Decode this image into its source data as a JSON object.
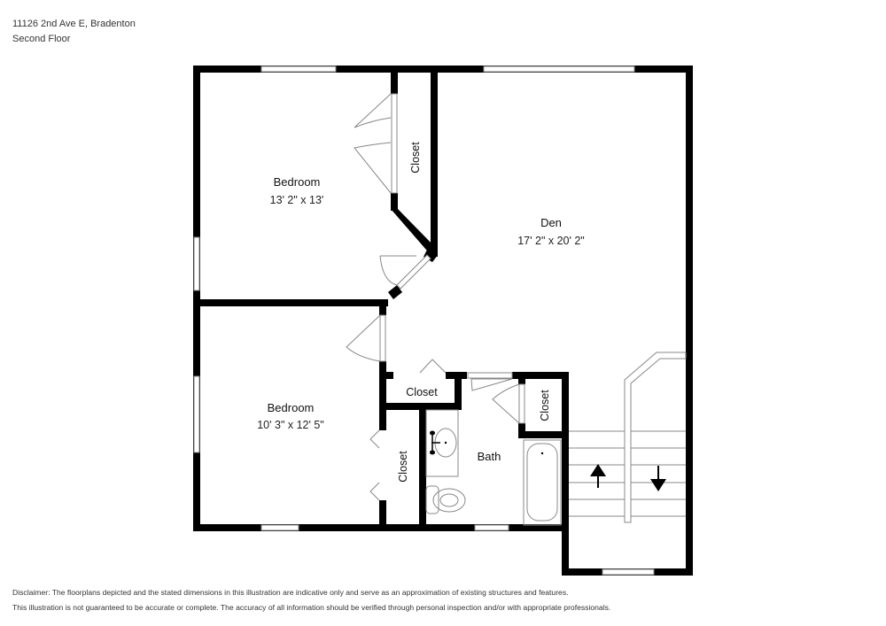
{
  "header": {
    "address": "11126 2nd Ave E, Bradenton",
    "floor": "Second Floor"
  },
  "rooms": {
    "bedroom1": {
      "name": "Bedroom",
      "dims": "13' 2\" x 13'"
    },
    "bedroom2": {
      "name": "Bedroom",
      "dims": "10' 3\" x 12' 5\""
    },
    "den": {
      "name": "Den",
      "dims": "17' 2\" x 20' 2\""
    },
    "bath": {
      "name": "Bath"
    },
    "closet_bed1": {
      "name": "Closet"
    },
    "closet_hall": {
      "name": "Closet"
    },
    "closet_bed2": {
      "name": "Closet"
    },
    "closet_bath": {
      "name": "Closet"
    }
  },
  "stairs": {
    "up_icon": "arrow-up-icon",
    "down_icon": "arrow-down-icon"
  },
  "disclaimer": {
    "line1": "Disclaimer: The floorplans depicted and the stated dimensions in this illustration are indicative only and serve as an approximation of existing structures and features.",
    "line2": "This illustration is not guaranteed to be accurate or complete. The accuracy of all information should be verified through personal inspection and/or with appropriate professionals."
  },
  "colors": {
    "wall": "#000000",
    "fixture_line": "#888888",
    "background": "#ffffff"
  }
}
